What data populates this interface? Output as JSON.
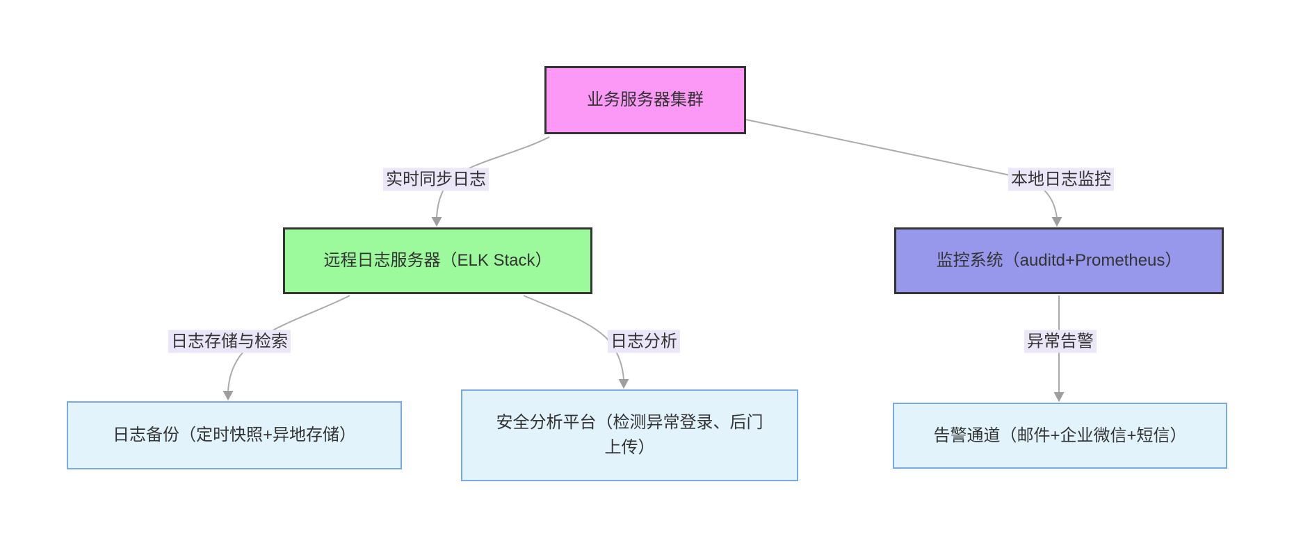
{
  "colors": {
    "canvas-bg": "#ffffff",
    "cluster-fill": "#fc99f6",
    "elk-fill": "#9cfa9c",
    "monitor-fill": "#9798ec",
    "leaf-fill": "#e3f3fc",
    "leaf-border": "#76aae7",
    "dark-border": "#333333",
    "edge-line": "#ababab",
    "arrowhead": "#9e9e9e",
    "edge-label-bg": "#ece7f8",
    "text": "#333333"
  },
  "diagram": {
    "type": "flowchart",
    "direction": "top-down",
    "nodes": [
      {
        "id": "cluster",
        "label": "业务服务器集群"
      },
      {
        "id": "elk",
        "label": "远程日志服务器（ELK Stack）"
      },
      {
        "id": "monitor",
        "label": "监控系统（auditd+Prometheus）"
      },
      {
        "id": "backup",
        "label": "日志备份（定时快照+异地存储）"
      },
      {
        "id": "analysis",
        "label": "安全分析平台（检测异常登录、后门上传）"
      },
      {
        "id": "alert",
        "label": "告警通道（邮件+企业微信+短信）"
      }
    ],
    "edges": [
      {
        "from": "cluster",
        "to": "elk",
        "label": "实时同步日志"
      },
      {
        "from": "cluster",
        "to": "monitor",
        "label": "本地日志监控"
      },
      {
        "from": "elk",
        "to": "backup",
        "label": "日志存储与检索"
      },
      {
        "from": "elk",
        "to": "analysis",
        "label": "日志分析"
      },
      {
        "from": "monitor",
        "to": "alert",
        "label": "异常告警"
      }
    ]
  }
}
